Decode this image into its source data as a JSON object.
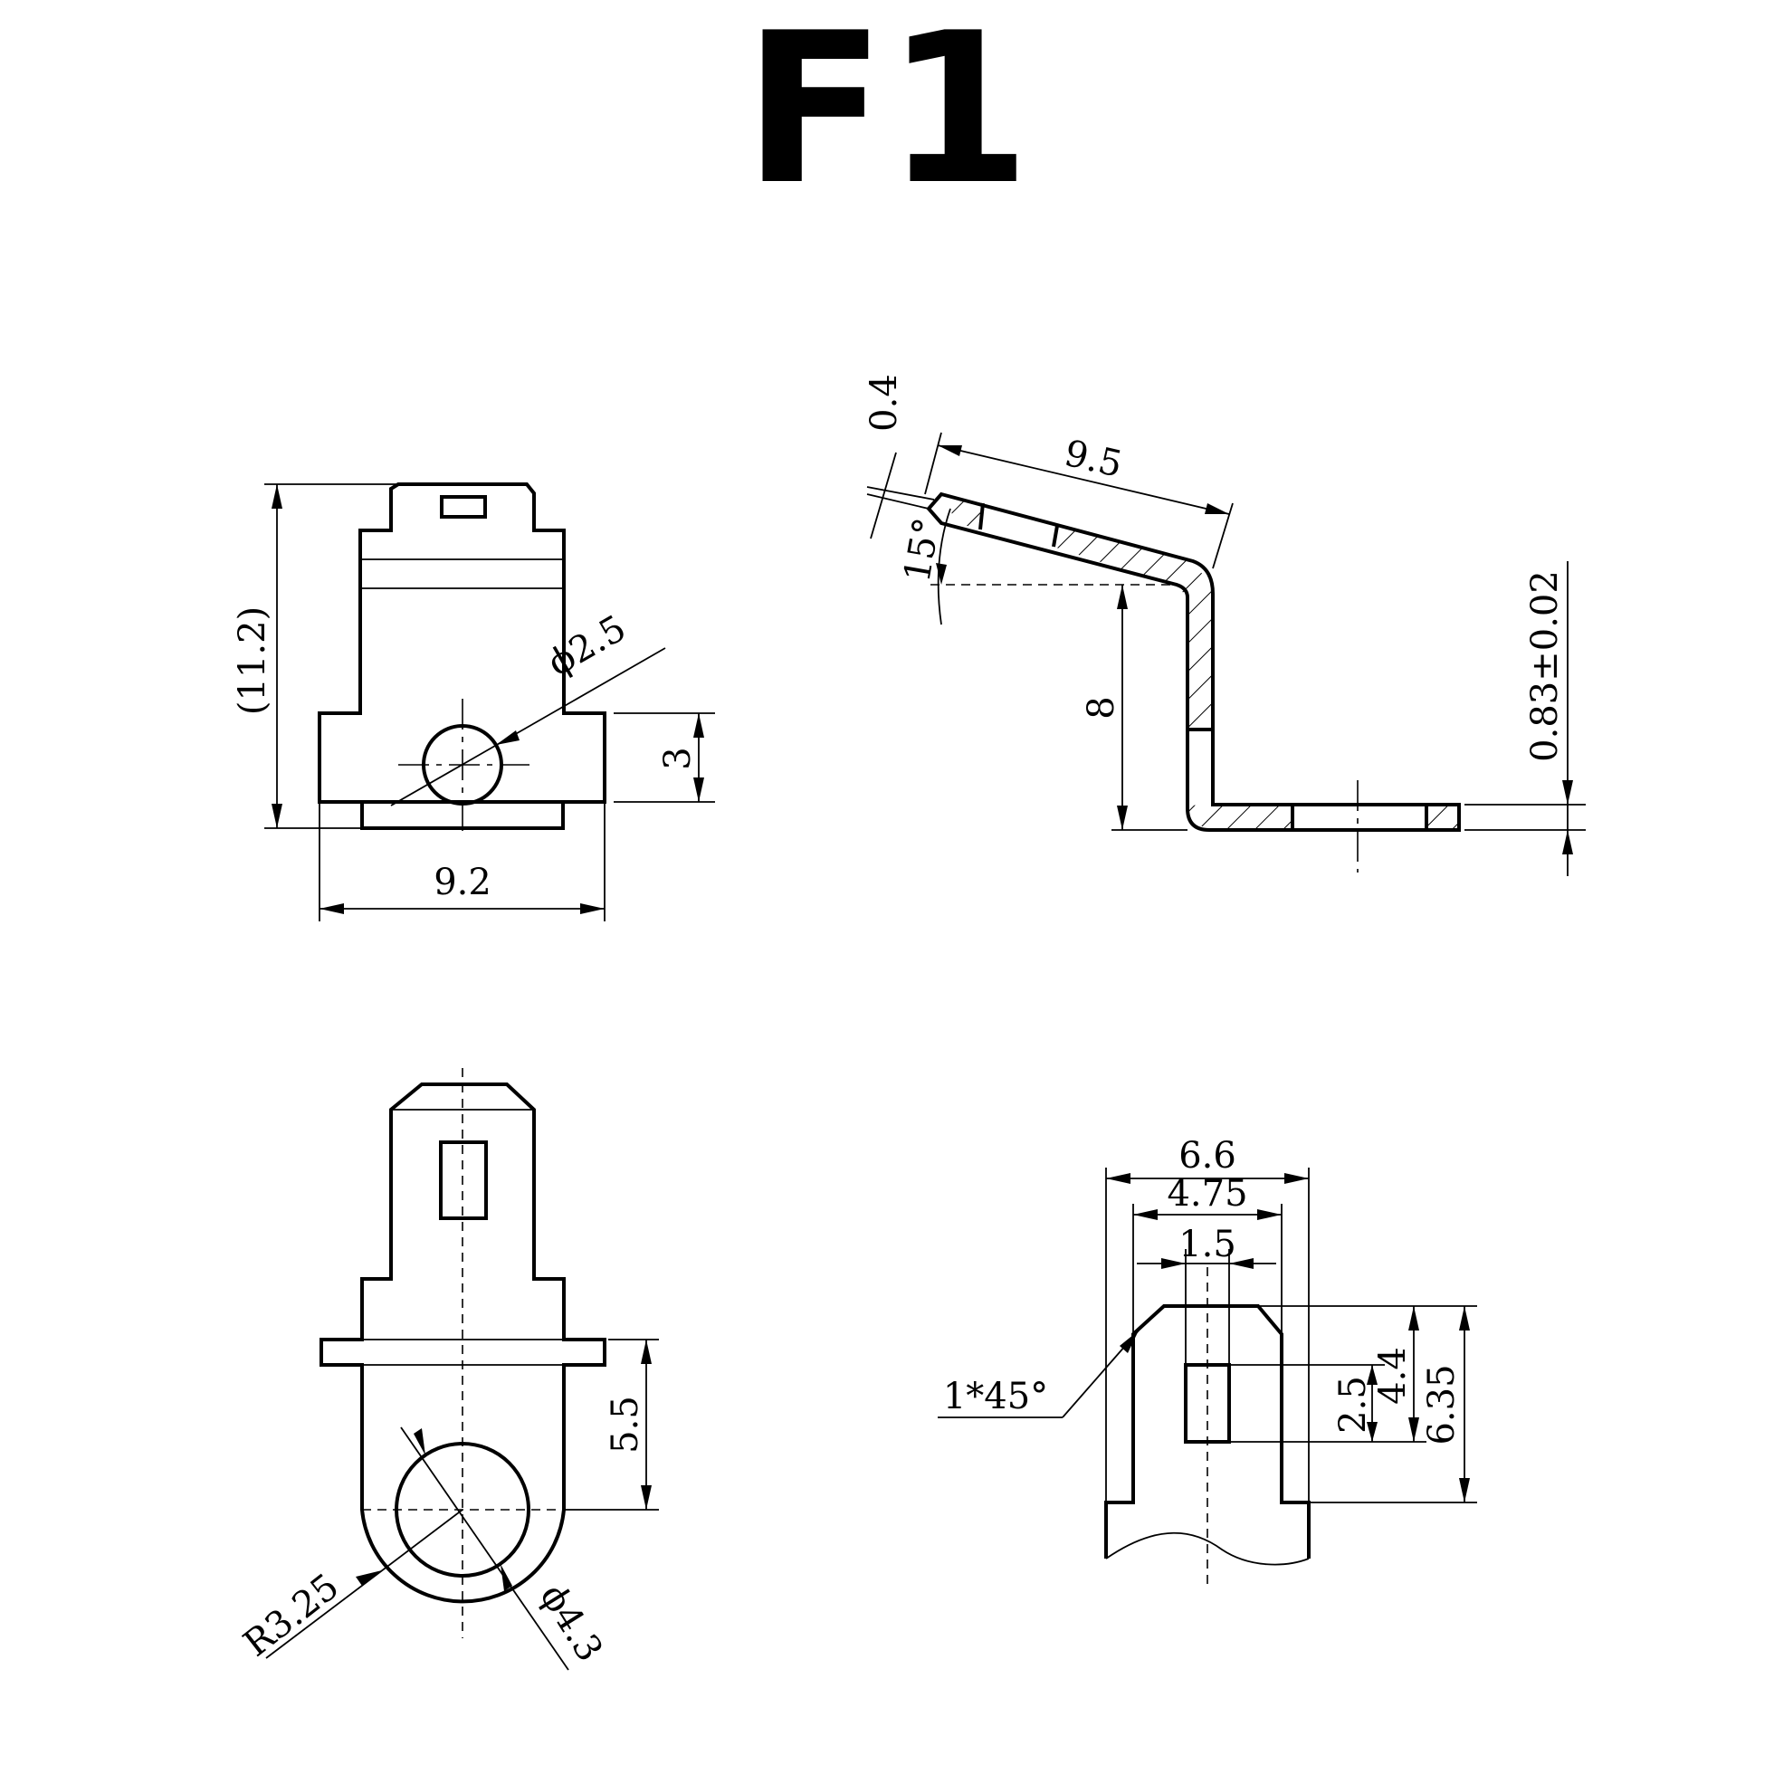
{
  "title": "F1",
  "front_view": {
    "dim_height": "(11.2)",
    "dim_hole_diameter": "ϕ2.5",
    "dim_hole_position": "3",
    "dim_width": "9.2"
  },
  "side_view": {
    "dim_thickness_tip": "0.4",
    "dim_length": "9.5",
    "dim_angle": "15°",
    "dim_height": "8",
    "dim_thickness": "0.83±0.02"
  },
  "bottom_view": {
    "dim_hole_position": "5.5",
    "dim_radius": "R3.25",
    "dim_hole_diameter": "ϕ4.3"
  },
  "detail_view": {
    "dim_outer_width": "6.6",
    "dim_tab_width": "4.75",
    "dim_slot_width": "1.5",
    "dim_chamfer": "1*45°",
    "dim_slot_top": "4.4",
    "dim_slot_length": "2.5",
    "dim_total_height": "6.35"
  }
}
